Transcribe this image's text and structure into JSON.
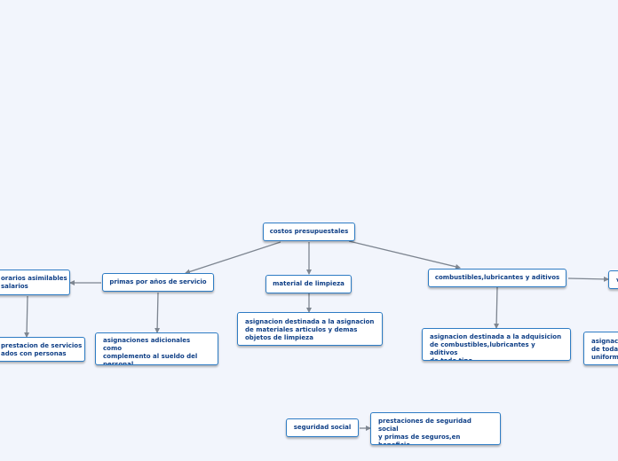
{
  "nodes": {
    "root": "costos presupuestales",
    "primas": "primas por años de servicio",
    "primas_desc": "asignaciones adicionales como\ncomplemento al sueldo del\npersonal",
    "honorarios": "orarios asimilables\nsalarios",
    "honorarios_desc": "prestacion de servicios\nados con personas",
    "limpieza": "material de limpieza",
    "limpieza_desc": "asignacion destinada a la asignacion\nde materiales articulos y demas\nobjetos de limpieza",
    "combustibles": "combustibles,lubricantes y aditivos",
    "combustibles_desc": "asignacion destinada a la adquisicion\nde combustibles,lubricantes y aditivos\nde todo tipo.",
    "vestuario": "v",
    "vestuario_desc": "asignac\nde toda\nuniform",
    "seguridad": "seguridad social",
    "seguridad_desc": "prestaciones de seguridad social\ny primas de seguros,en beneficio\ndel personal a su servicio."
  },
  "colors": {
    "background": "#f2f5fc",
    "node_border": "#2e7cc4",
    "node_text": "#0f3f86",
    "edge": "#7d8590"
  }
}
